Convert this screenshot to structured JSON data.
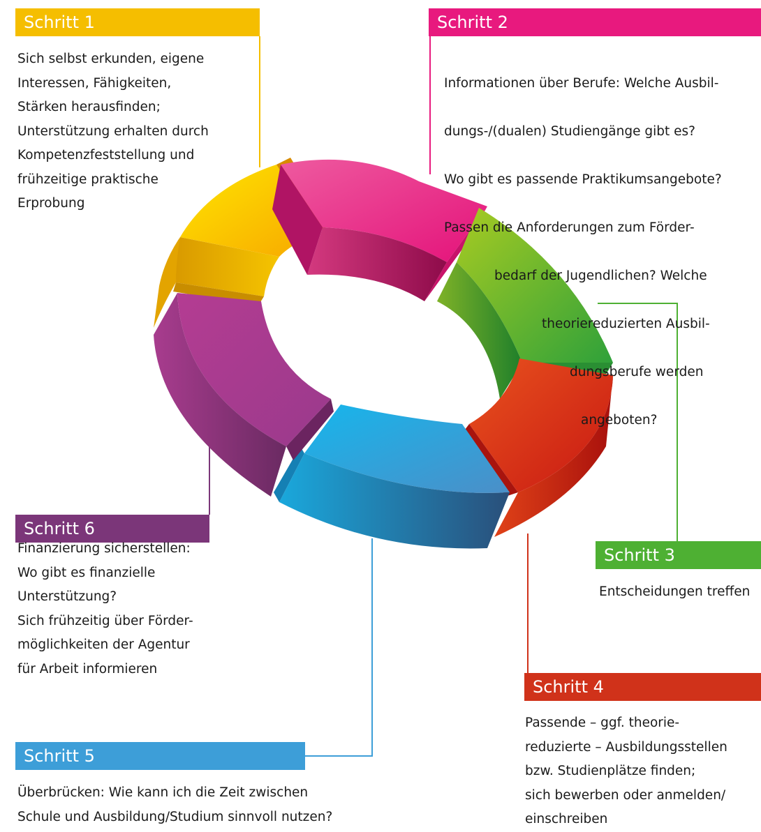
{
  "colors": {
    "step1": "#f5be00",
    "step2": "#e8197e",
    "step3": "#4eb033",
    "step4": "#d0321a",
    "step5": "#3d9ed8",
    "step6": "#7b3679"
  },
  "steps": [
    {
      "label": "Schritt 1",
      "text": "Sich selbst erkunden, eigene\nInteressen, Fähigkeiten,\nStärken herausfinden;\nUnterstützung erhalten durch\nKompetenzfeststellung und\nfrühzeitige praktische\nErprobung"
    },
    {
      "label": "Schritt 2",
      "lines": [
        "Informationen über Berufe: Welche Ausbil-",
        "dungs-/(dualen) Studiengänge gibt es?",
        "Wo gibt es passende Praktikumsangebote?",
        "Passen die Anforderungen zum Förder-",
        "bedarf der Jugendlichen? Welche",
        "theoriereduzierten Ausbil-",
        "dungsberufe werden",
        "angeboten?"
      ]
    },
    {
      "label": "Schritt 3",
      "text": "Entscheidungen treffen"
    },
    {
      "label": "Schritt 4",
      "text": "Passende – ggf. theorie-\nreduzierte – Ausbildungsstellen\nbzw. Studienplätze finden;\nsich bewerben oder anmelden/\neinschreiben"
    },
    {
      "label": "Schritt 5",
      "text": "Überbrücken: Wie kann ich die Zeit zwischen\nSchule und Ausbildung/Studium sinnvoll nutzen?"
    },
    {
      "label": "Schritt 6",
      "text": "Finanzierung sicherstellen:\nWo gibt es finanzielle\nUnterstützung?\nSich frühzeitig über Förder-\nmöglichkeiten der Agentur\nfür Arbeit informieren"
    }
  ]
}
